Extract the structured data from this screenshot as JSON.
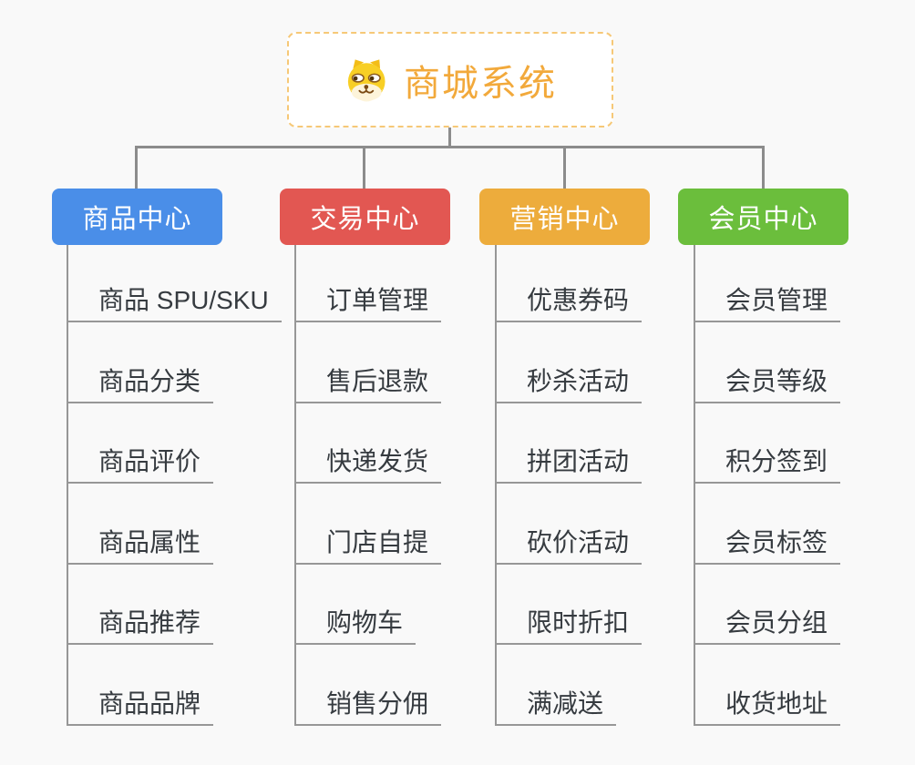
{
  "root": {
    "title": "商城系统",
    "icon": "dog-face-icon",
    "text_color": "#f2a93b",
    "border_color": "#f6c877",
    "background": "#ffffff"
  },
  "palette": {
    "page_background": "#f9f9f9",
    "connector_gray": "#8c8c8c",
    "leaf_line_gray": "#979797",
    "leaf_text": "#363b40"
  },
  "branches": [
    {
      "label": "商品中心",
      "color": "#4a8ee8",
      "items": [
        "商品 SPU/SKU",
        "商品分类",
        "商品评价",
        "商品属性",
        "商品推荐",
        "商品品牌"
      ]
    },
    {
      "label": "交易中心",
      "color": "#e25752",
      "items": [
        "订单管理",
        "售后退款",
        "快递发货",
        "门店自提",
        "购物车",
        "销售分佣"
      ]
    },
    {
      "label": "营销中心",
      "color": "#edac3c",
      "items": [
        "优惠券码",
        "秒杀活动",
        "拼团活动",
        "砍价活动",
        "限时折扣",
        "满减送"
      ]
    },
    {
      "label": "会员中心",
      "color": "#6bbe3c",
      "items": [
        "会员管理",
        "会员等级",
        "积分签到",
        "会员标签",
        "会员分组",
        "收货地址"
      ]
    }
  ]
}
